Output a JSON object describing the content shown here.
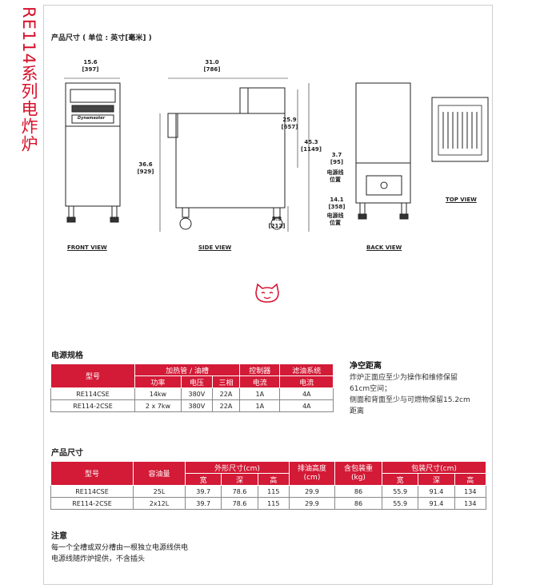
{
  "vertical_title": "RE114系列电炸炉",
  "dims_heading": "产品尺寸 ( 单位 : 英寸[毫米] )",
  "views": {
    "front": "FRONT VIEW",
    "side": "SIDE VIEW",
    "back": "BACK VIEW",
    "top": "TOP VIEW"
  },
  "dimensions": {
    "width": "15.6\n[397]",
    "depth": "31.0\n[786]",
    "height_top": "25.9\n[657]",
    "height_total": "45.3\n[1149]",
    "height_body": "36.6\n[929]",
    "caster": "8.3\n[212]",
    "back_upper": "3.7\n[95]",
    "back_lower": "14.1\n[358]",
    "cable_label": "电源线\n位置"
  },
  "brand_plate": "Dynamaster",
  "power_spec": {
    "title": "电源规格",
    "header_model": "型号",
    "groups": [
      "加热管 / 油槽",
      "控制器",
      "滤油系统"
    ],
    "subheaders": [
      "功率",
      "电压",
      "三相",
      "电流",
      "电流"
    ],
    "rows": [
      [
        "RE114CSE",
        "14kw",
        "380V",
        "22A",
        "1A",
        "4A"
      ],
      [
        "RE114-2CSE",
        "2 x 7kw",
        "380V",
        "22A",
        "1A",
        "4A"
      ]
    ]
  },
  "clearance": {
    "title": "净空距离",
    "lines": [
      "炸炉正面应至少为操作和维修保留",
      "61cm空间；",
      "侧面和背面至少与可燃物保留15.2cm",
      "距离"
    ]
  },
  "product_size": {
    "title": "产品尺寸",
    "header_model": "型号",
    "header_capacity": "容油量",
    "header_outer": "外形尺寸(cm)",
    "header_drain": "排油高度\n(cm)",
    "header_weight": "含包装重\n(kg)",
    "header_pack": "包装尺寸(cm)",
    "sub": [
      "宽",
      "深",
      "高",
      "宽",
      "深",
      "高"
    ],
    "rows": [
      [
        "RE114CSE",
        "25L",
        "39.7",
        "78.6",
        "115",
        "29.9",
        "86",
        "55.9",
        "91.4",
        "134"
      ],
      [
        "RE114-2CSE",
        "2x12L",
        "39.7",
        "78.6",
        "115",
        "29.9",
        "86",
        "55.9",
        "91.4",
        "134"
      ]
    ]
  },
  "note": {
    "title": "注意",
    "lines": [
      "每一个全槽或双分槽由一根独立电源线供电",
      "电源线随炸炉提供，不含插头"
    ]
  },
  "colors": {
    "accent": "#d31a36"
  }
}
